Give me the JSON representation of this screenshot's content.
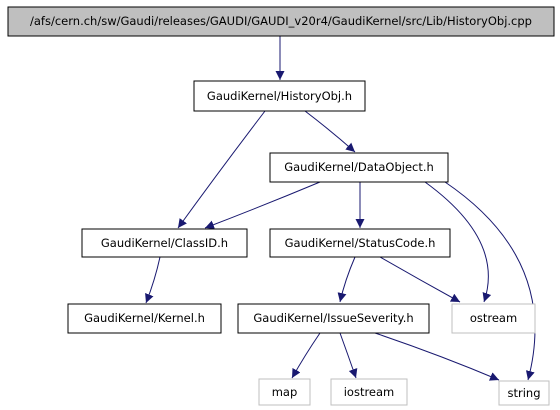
{
  "graph": {
    "edge_color": "#191970",
    "root_fill": "#bfbfbf",
    "external_border": "#bfbfbf",
    "nodes": [
      {
        "id": "root",
        "label": "/afs/cern.ch/sw/Gaudi/releases/GAUDI/GAUDI_v20r4/GaudiKernel/src/Lib/HistoryObj.cpp",
        "kind": "root"
      },
      {
        "id": "historyobj",
        "label": "GaudiKernel/HistoryObj.h",
        "kind": "normal"
      },
      {
        "id": "dataobject",
        "label": "GaudiKernel/DataObject.h",
        "kind": "normal"
      },
      {
        "id": "classid",
        "label": "GaudiKernel/ClassID.h",
        "kind": "normal"
      },
      {
        "id": "statuscode",
        "label": "GaudiKernel/StatusCode.h",
        "kind": "normal"
      },
      {
        "id": "kernel",
        "label": "GaudiKernel/Kernel.h",
        "kind": "normal"
      },
      {
        "id": "issueseverity",
        "label": "GaudiKernel/IssueSeverity.h",
        "kind": "normal"
      },
      {
        "id": "ostream",
        "label": "ostream",
        "kind": "external"
      },
      {
        "id": "map",
        "label": "map",
        "kind": "external"
      },
      {
        "id": "iostream",
        "label": "iostream",
        "kind": "external"
      },
      {
        "id": "string",
        "label": "string",
        "kind": "external"
      }
    ],
    "edges": [
      {
        "from": "root",
        "to": "historyobj"
      },
      {
        "from": "historyobj",
        "to": "dataobject"
      },
      {
        "from": "historyobj",
        "to": "classid"
      },
      {
        "from": "dataobject",
        "to": "classid"
      },
      {
        "from": "dataobject",
        "to": "statuscode"
      },
      {
        "from": "dataobject",
        "to": "ostream"
      },
      {
        "from": "dataobject",
        "to": "string"
      },
      {
        "from": "classid",
        "to": "kernel"
      },
      {
        "from": "statuscode",
        "to": "ostream"
      },
      {
        "from": "statuscode",
        "to": "issueseverity"
      },
      {
        "from": "issueseverity",
        "to": "map"
      },
      {
        "from": "issueseverity",
        "to": "iostream"
      },
      {
        "from": "issueseverity",
        "to": "string"
      }
    ]
  }
}
